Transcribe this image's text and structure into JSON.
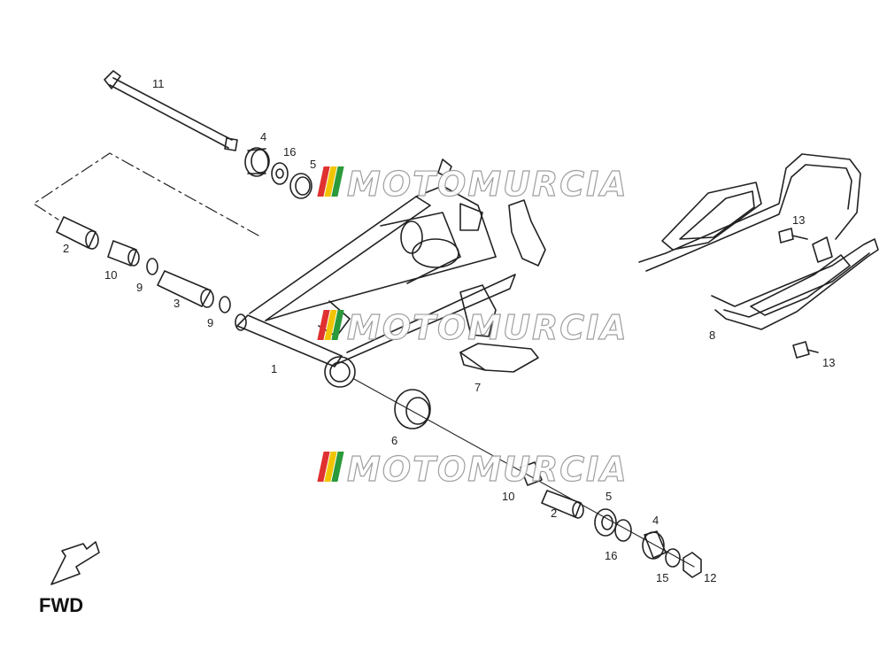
{
  "callouts": [
    {
      "id": "c11",
      "text": "11"
    },
    {
      "id": "c4a",
      "text": "4"
    },
    {
      "id": "c16a",
      "text": "16"
    },
    {
      "id": "c5a",
      "text": "5"
    },
    {
      "id": "c2a",
      "text": "2"
    },
    {
      "id": "c10a",
      "text": "10"
    },
    {
      "id": "c9a",
      "text": "9"
    },
    {
      "id": "c3",
      "text": "3"
    },
    {
      "id": "c9b",
      "text": "9"
    },
    {
      "id": "c1",
      "text": "1"
    },
    {
      "id": "c6",
      "text": "6"
    },
    {
      "id": "c7",
      "text": "7"
    },
    {
      "id": "c13a",
      "text": "13"
    },
    {
      "id": "c8",
      "text": "8"
    },
    {
      "id": "c13b",
      "text": "13"
    },
    {
      "id": "c10b",
      "text": "10"
    },
    {
      "id": "c2b",
      "text": "2"
    },
    {
      "id": "c5b",
      "text": "5"
    },
    {
      "id": "c4b",
      "text": "4"
    },
    {
      "id": "c16b",
      "text": "16"
    },
    {
      "id": "c15",
      "text": "15"
    },
    {
      "id": "c12",
      "text": "12"
    }
  ],
  "direction_label": "FWD",
  "watermark_text": "MOTOMURCIA",
  "watermark_colors": [
    "#e03030",
    "#f2c400",
    "#2a9a3a"
  ]
}
